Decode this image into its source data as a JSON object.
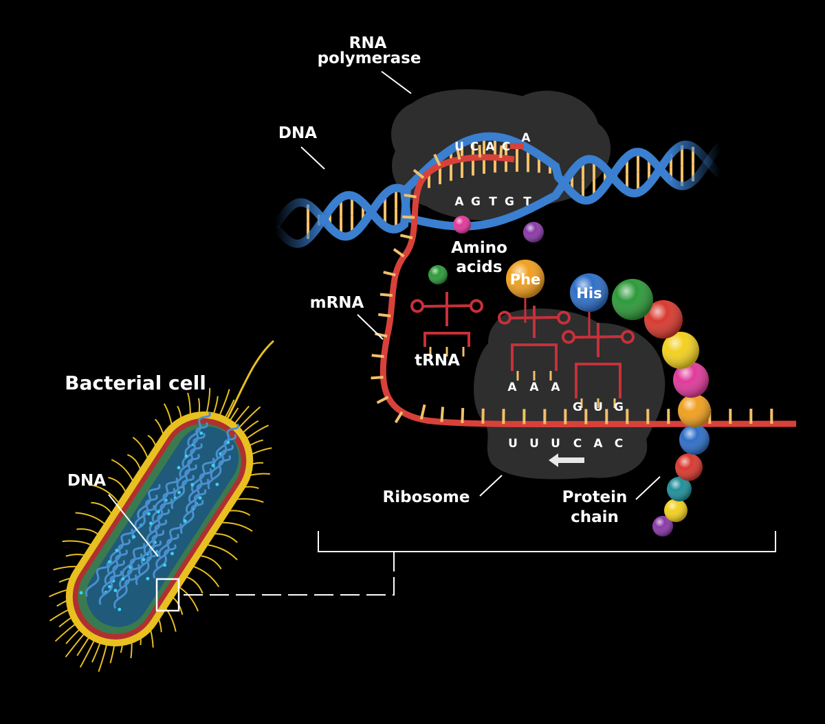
{
  "labels": {
    "rna_polymerase_line1": "RNA",
    "rna_polymerase_line2": "polymerase",
    "dna_top": "DNA",
    "amino_acids_line1": "Amino",
    "amino_acids_line2": "acids",
    "mrna": "mRNA",
    "trna": "tRNA",
    "phe": "Phe",
    "his": "His",
    "bacterial_cell": "Bacterial cell",
    "dna_cell": "DNA",
    "ribosome": "Ribosome",
    "protein_chain_line1": "Protein",
    "protein_chain_line2": "chain"
  },
  "sequences": {
    "rna_transcript": [
      "U",
      "C",
      "A",
      "C",
      "A"
    ],
    "dna_template": [
      "A",
      "G",
      "T",
      "G",
      "T"
    ],
    "anticodon_phe": [
      "A",
      "A",
      "A"
    ],
    "anticodon_his": [
      "G",
      "U",
      "G"
    ],
    "mrna_codons": [
      "U",
      "U",
      "U",
      "C",
      "A",
      "C"
    ]
  },
  "colors": {
    "dna": "#3a7fd0",
    "mrna": "#d8413a",
    "bases": "#f2c06a",
    "trna": "#c9303a",
    "phe": "#f0a020",
    "his": "#2f6fc8",
    "cell_outer": "#e8c020",
    "cell_membrane": "#b03030",
    "cytoplasm": "#3a7a50"
  },
  "protein_chain_colors": [
    "#2e9a3a",
    "#d83a30",
    "#f2d020",
    "#e03a9a",
    "#f0a020",
    "#2f6fc8",
    "#d83a30",
    "#20909a",
    "#f2d020",
    "#8a3aa8"
  ]
}
